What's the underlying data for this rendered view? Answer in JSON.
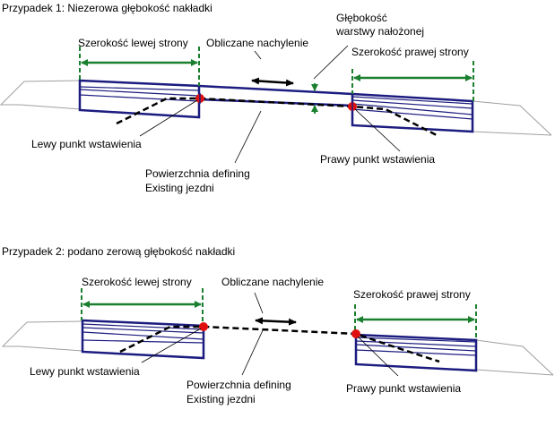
{
  "case1": {
    "title": "Przypadek 1: Niezerowa głębokość nakładki",
    "left_width_label": "Szerokość lewej strony",
    "right_width_label": "Szerokość prawej strony",
    "computed_slope_label": "Obliczane nachylenie",
    "overlay_depth_label_line1": "Głębokość",
    "overlay_depth_label_line2": "warstwy nałożonej",
    "left_insertion_label": "Lewy punkt wstawienia",
    "right_insertion_label": "Prawy punkt wstawienia",
    "surface_label_line1": "Powierzchnia defining",
    "surface_label_line2": "Existing jezdni"
  },
  "case2": {
    "title": "Przypadek 2: podano zerową głębokość nakładki",
    "left_width_label": "Szerokość lewej strony",
    "right_width_label": "Szerokość prawej strony",
    "computed_slope_label": "Obliczane nachylenie",
    "left_insertion_label": "Lewy punkt wstawienia",
    "right_insertion_label": "Prawy punkt wstawienia",
    "surface_label_line1": "Powierzchnia defining",
    "surface_label_line2": "Existing jezdni"
  },
  "colors": {
    "structure": "#1c1c80",
    "dimension": "#1a7f2e",
    "ground": "#a0a0a0",
    "insertion_point": "#e01010",
    "surface": "#000000"
  }
}
